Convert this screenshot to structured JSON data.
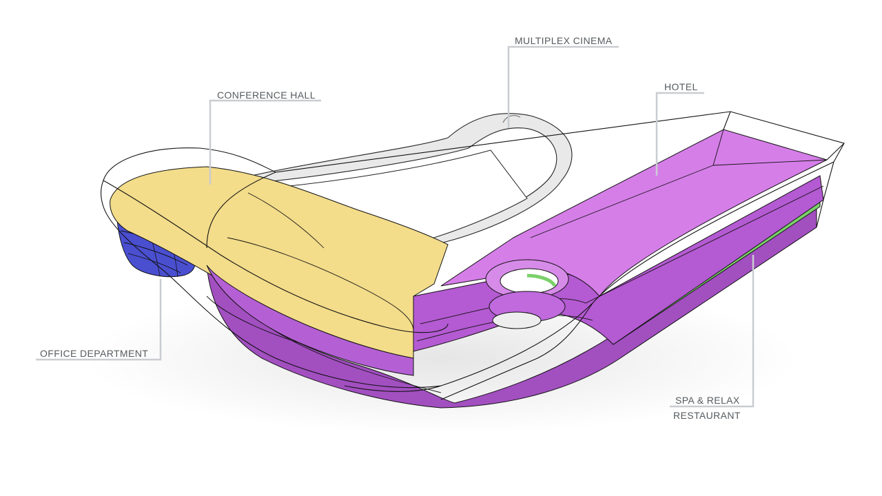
{
  "labels": {
    "multiplex_cinema": "MULTIPLEX CINEMA",
    "conference_hall": "CONFERENCE HALL",
    "hotel": "HOTEL",
    "office_department": "OFFICE DEPARTMENT",
    "spa_relax": "SPA & RELAX",
    "restaurant": "RESTAURANT"
  },
  "colors": {
    "conference_hall": "#f3dc8a",
    "hotel": "#d57ee8",
    "hotel_dark": "#a24fc0",
    "office_department": "#4a4fd0",
    "spa_relax": "#7bd06a",
    "leader_line": "#c9ccd0",
    "outline": "#111111"
  }
}
